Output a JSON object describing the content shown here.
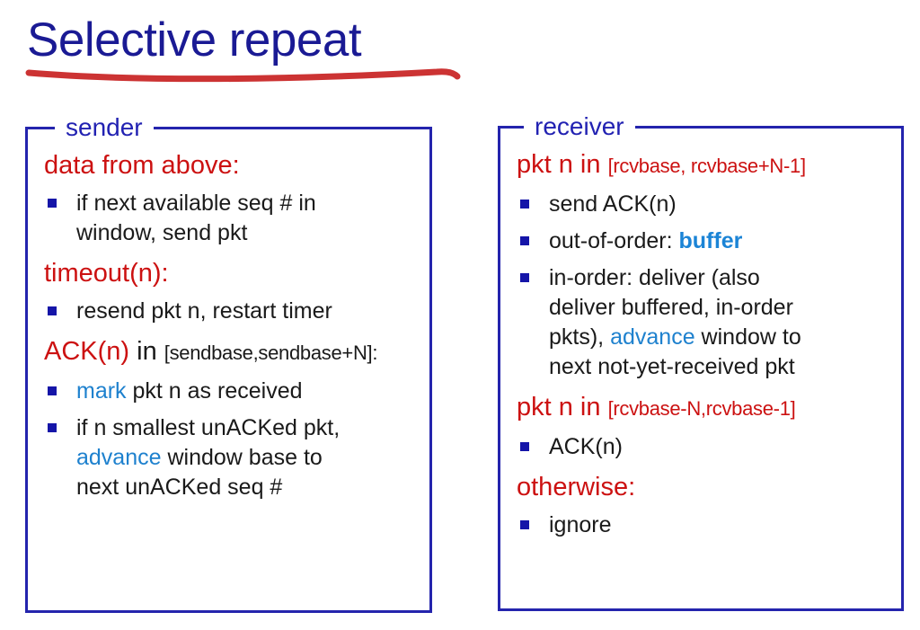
{
  "title": "Selective repeat",
  "colors": {
    "title_navy": "#1a1a94",
    "panel_border_blue": "#2424ad",
    "legend_blue": "#2222b2",
    "heading_red": "#cc1111",
    "body_black": "#1a1a1a",
    "emphasis_blue": "#1e81ce",
    "underline_red": "#cc3333",
    "bullet_square_navy": "#1515a8"
  },
  "sender": {
    "legend": "sender",
    "items": [
      {
        "type": "heading",
        "lines": [
          [
            {
              "t": "data from above:",
              "c": "red"
            }
          ]
        ]
      },
      {
        "type": "bullet",
        "lines": [
          [
            {
              "t": "if next available seq # in",
              "c": "black"
            }
          ],
          [
            {
              "t": "window, send pkt",
              "c": "black"
            }
          ]
        ]
      },
      {
        "type": "heading",
        "lines": [
          [
            {
              "t": "timeout(n):",
              "c": "red"
            }
          ]
        ]
      },
      {
        "type": "bullet",
        "lines": [
          [
            {
              "t": "resend pkt n, restart timer",
              "c": "black"
            }
          ]
        ]
      },
      {
        "type": "heading",
        "lines": [
          [
            {
              "t": "ACK(n)",
              "c": "red"
            },
            {
              "t": " in ",
              "c": "black"
            },
            {
              "t": "[sendbase,sendbase+N]:",
              "c": "black",
              "small": true
            }
          ]
        ]
      },
      {
        "type": "bullet",
        "lines": [
          [
            {
              "t": "mark",
              "c": "blue"
            },
            {
              "t": " pkt n as received",
              "c": "black"
            }
          ]
        ]
      },
      {
        "type": "bullet",
        "lines": [
          [
            {
              "t": "if n smallest unACKed pkt,",
              "c": "black"
            }
          ],
          [
            {
              "t": "advance",
              "c": "blue"
            },
            {
              "t": " window base to",
              "c": "black"
            }
          ],
          [
            {
              "t": "next unACKed seq #",
              "c": "black"
            }
          ]
        ]
      }
    ]
  },
  "receiver": {
    "legend": "receiver",
    "items": [
      {
        "type": "heading",
        "lines": [
          [
            {
              "t": "pkt n in ",
              "c": "red"
            },
            {
              "t": "[rcvbase, rcvbase+N-1]",
              "c": "red",
              "small": true
            }
          ]
        ]
      },
      {
        "type": "bullet",
        "lines": [
          [
            {
              "t": "send ACK(n)",
              "c": "black"
            }
          ]
        ]
      },
      {
        "type": "bullet",
        "lines": [
          [
            {
              "t": "out-of-order: ",
              "c": "black"
            },
            {
              "t": "buffer",
              "c": "bluebold"
            }
          ]
        ]
      },
      {
        "type": "bullet",
        "lines": [
          [
            {
              "t": "in-order: deliver (also",
              "c": "black"
            }
          ],
          [
            {
              "t": "deliver buffered, in-order",
              "c": "black"
            }
          ],
          [
            {
              "t": "pkts), ",
              "c": "black"
            },
            {
              "t": "advance",
              "c": "blue"
            },
            {
              "t": " window to",
              "c": "black"
            }
          ],
          [
            {
              "t": "next not-yet-received pkt",
              "c": "black"
            }
          ]
        ]
      },
      {
        "type": "heading",
        "lines": [
          [
            {
              "t": "pkt n in ",
              "c": "red"
            },
            {
              "t": "[rcvbase-N,rcvbase-1]",
              "c": "red",
              "small": true
            }
          ]
        ]
      },
      {
        "type": "bullet",
        "lines": [
          [
            {
              "t": "ACK(n)",
              "c": "black"
            }
          ]
        ]
      },
      {
        "type": "heading",
        "lines": [
          [
            {
              "t": "otherwise:",
              "c": "red"
            }
          ]
        ]
      },
      {
        "type": "bullet",
        "lines": [
          [
            {
              "t": "ignore",
              "c": "black"
            }
          ]
        ]
      }
    ]
  }
}
